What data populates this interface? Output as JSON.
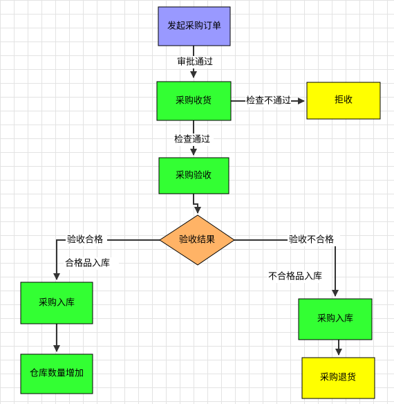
{
  "colors": {
    "start": "#9999ff",
    "process": "#33ff33",
    "reject": "#ffff00",
    "decision": "#ffb366",
    "edge": "#333333"
  },
  "nodes": {
    "start": "发起采购订单",
    "receive": "采购收货",
    "reject": "拒收",
    "inspect": "采购验收",
    "decision": "验收结果",
    "store_left": "采购入库",
    "stock_increase": "仓库数量增加",
    "store_right": "采购入库",
    "return": "采购退货"
  },
  "edges": {
    "approve": "审批通过",
    "check_fail": "检查不通过",
    "check_pass": "检查通过",
    "qualified": "验收合格",
    "qualified_in": "合格品入库",
    "unqualified": "验收不合格",
    "unqualified_in": "不合格品入库"
  }
}
